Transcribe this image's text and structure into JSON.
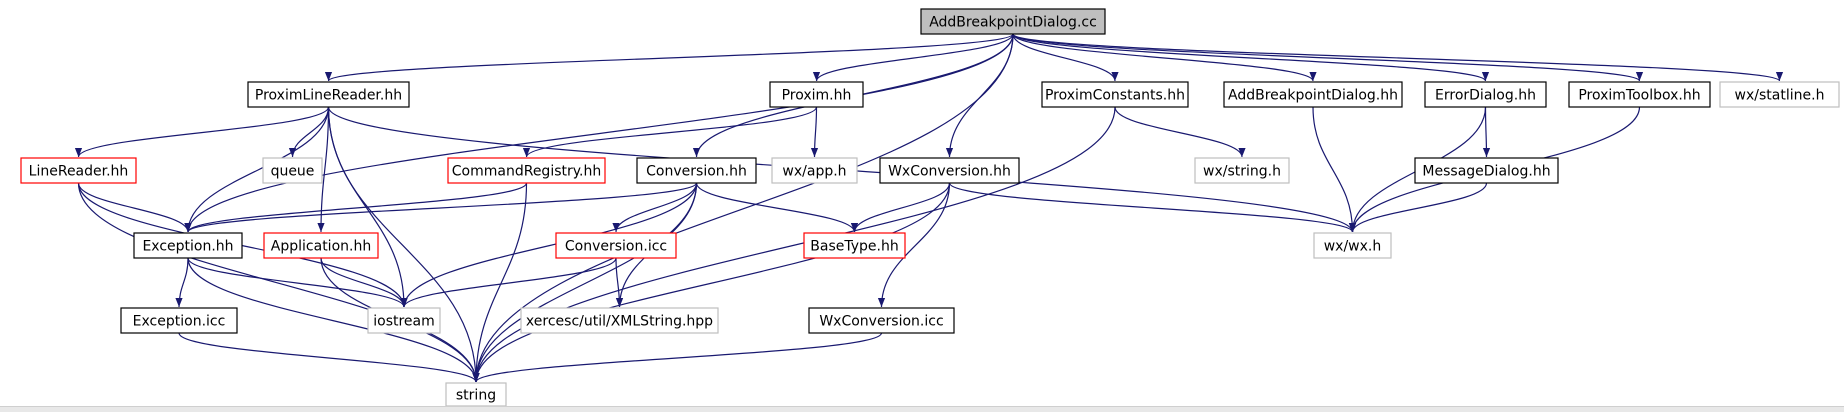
{
  "colors": {
    "root_fill": "#bfbfbf",
    "root_border": "#000000",
    "normal_border": "#000000",
    "highlight_border": "#ff0000",
    "external_border": "#bfbfbf",
    "edge": "#191970",
    "background": "#ffffff"
  },
  "nodes": {
    "add_breakpoint_dialog_cc": {
      "label": "AddBreakpointDialog.cc",
      "kind": "root"
    },
    "proxim_line_reader_hh": {
      "label": "ProximLineReader.hh",
      "kind": "normal"
    },
    "proxim_hh": {
      "label": "Proxim.hh",
      "kind": "normal"
    },
    "proxim_constants_hh": {
      "label": "ProximConstants.hh",
      "kind": "normal"
    },
    "add_breakpoint_dialog_hh": {
      "label": "AddBreakpointDialog.hh",
      "kind": "normal"
    },
    "error_dialog_hh": {
      "label": "ErrorDialog.hh",
      "kind": "normal"
    },
    "proxim_toolbox_hh": {
      "label": "ProximToolbox.hh",
      "kind": "normal"
    },
    "wx_statline_h": {
      "label": "wx/statline.h",
      "kind": "external"
    },
    "line_reader_hh": {
      "label": "LineReader.hh",
      "kind": "highlight"
    },
    "queue": {
      "label": "queue",
      "kind": "external"
    },
    "command_registry_hh": {
      "label": "CommandRegistry.hh",
      "kind": "highlight"
    },
    "conversion_hh": {
      "label": "Conversion.hh",
      "kind": "normal"
    },
    "wx_app_h": {
      "label": "wx/app.h",
      "kind": "external"
    },
    "wx_conversion_hh": {
      "label": "WxConversion.hh",
      "kind": "normal"
    },
    "wx_string_h": {
      "label": "wx/string.h",
      "kind": "external"
    },
    "message_dialog_hh": {
      "label": "MessageDialog.hh",
      "kind": "normal"
    },
    "exception_hh": {
      "label": "Exception.hh",
      "kind": "normal"
    },
    "application_hh": {
      "label": "Application.hh",
      "kind": "highlight"
    },
    "conversion_icc": {
      "label": "Conversion.icc",
      "kind": "highlight"
    },
    "base_type_hh": {
      "label": "BaseType.hh",
      "kind": "highlight"
    },
    "wx_wx_h": {
      "label": "wx/wx.h",
      "kind": "external"
    },
    "exception_icc": {
      "label": "Exception.icc",
      "kind": "normal"
    },
    "iostream": {
      "label": "iostream",
      "kind": "external"
    },
    "xercesc_xmlstring_hpp": {
      "label": "xercesc/util/XMLString.hpp",
      "kind": "external"
    },
    "wx_conversion_icc": {
      "label": "WxConversion.icc",
      "kind": "normal"
    },
    "string": {
      "label": "string",
      "kind": "external"
    }
  },
  "edges": [
    [
      "add_breakpoint_dialog_cc",
      "proxim_line_reader_hh"
    ],
    [
      "add_breakpoint_dialog_cc",
      "exception_hh"
    ],
    [
      "add_breakpoint_dialog_cc",
      "proxim_hh"
    ],
    [
      "add_breakpoint_dialog_cc",
      "conversion_hh"
    ],
    [
      "add_breakpoint_dialog_cc",
      "wx_conversion_hh"
    ],
    [
      "add_breakpoint_dialog_cc",
      "string"
    ],
    [
      "add_breakpoint_dialog_cc",
      "proxim_constants_hh"
    ],
    [
      "add_breakpoint_dialog_cc",
      "add_breakpoint_dialog_hh"
    ],
    [
      "add_breakpoint_dialog_cc",
      "error_dialog_hh"
    ],
    [
      "add_breakpoint_dialog_cc",
      "proxim_toolbox_hh"
    ],
    [
      "add_breakpoint_dialog_cc",
      "wx_statline_h"
    ],
    [
      "proxim_line_reader_hh",
      "line_reader_hh"
    ],
    [
      "proxim_line_reader_hh",
      "queue"
    ],
    [
      "proxim_line_reader_hh",
      "exception_hh"
    ],
    [
      "proxim_line_reader_hh",
      "application_hh"
    ],
    [
      "proxim_line_reader_hh",
      "iostream"
    ],
    [
      "proxim_line_reader_hh",
      "string"
    ],
    [
      "proxim_line_reader_hh",
      "wx_wx_h"
    ],
    [
      "line_reader_hh",
      "exception_hh"
    ],
    [
      "line_reader_hh",
      "iostream"
    ],
    [
      "line_reader_hh",
      "string"
    ],
    [
      "proxim_hh",
      "command_registry_hh"
    ],
    [
      "proxim_hh",
      "wx_app_h"
    ],
    [
      "command_registry_hh",
      "exception_hh"
    ],
    [
      "command_registry_hh",
      "string"
    ],
    [
      "conversion_hh",
      "exception_hh"
    ],
    [
      "conversion_hh",
      "conversion_icc"
    ],
    [
      "conversion_hh",
      "base_type_hh"
    ],
    [
      "conversion_hh",
      "iostream"
    ],
    [
      "conversion_hh",
      "xercesc_xmlstring_hpp"
    ],
    [
      "conversion_hh",
      "string"
    ],
    [
      "conversion_icc",
      "iostream"
    ],
    [
      "conversion_icc",
      "xercesc_xmlstring_hpp"
    ],
    [
      "wx_conversion_hh",
      "base_type_hh"
    ],
    [
      "wx_conversion_hh",
      "wx_wx_h"
    ],
    [
      "wx_conversion_hh",
      "wx_conversion_icc"
    ],
    [
      "wx_conversion_hh",
      "string"
    ],
    [
      "wx_conversion_icc",
      "string"
    ],
    [
      "proxim_constants_hh",
      "wx_string_h"
    ],
    [
      "proxim_constants_hh",
      "string"
    ],
    [
      "add_breakpoint_dialog_hh",
      "wx_wx_h"
    ],
    [
      "error_dialog_hh",
      "message_dialog_hh"
    ],
    [
      "error_dialog_hh",
      "wx_wx_h"
    ],
    [
      "message_dialog_hh",
      "wx_wx_h"
    ],
    [
      "proxim_toolbox_hh",
      "wx_wx_h"
    ],
    [
      "exception_hh",
      "exception_icc"
    ],
    [
      "exception_hh",
      "string"
    ],
    [
      "exception_hh",
      "iostream"
    ],
    [
      "application_hh",
      "iostream"
    ],
    [
      "application_hh",
      "string"
    ],
    [
      "exception_icc",
      "string"
    ]
  ]
}
